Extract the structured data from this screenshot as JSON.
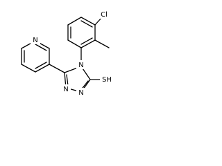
{
  "molecule": {
    "atoms": {
      "pyridine_n": "N",
      "chlorine": "Cl",
      "triazole_n4": "N",
      "triazole_n1": "N",
      "triazole_n2": "N",
      "thiol": "SH"
    }
  },
  "colors": {
    "bond": "#000000",
    "label": "#000000",
    "background": "#ffffff"
  }
}
